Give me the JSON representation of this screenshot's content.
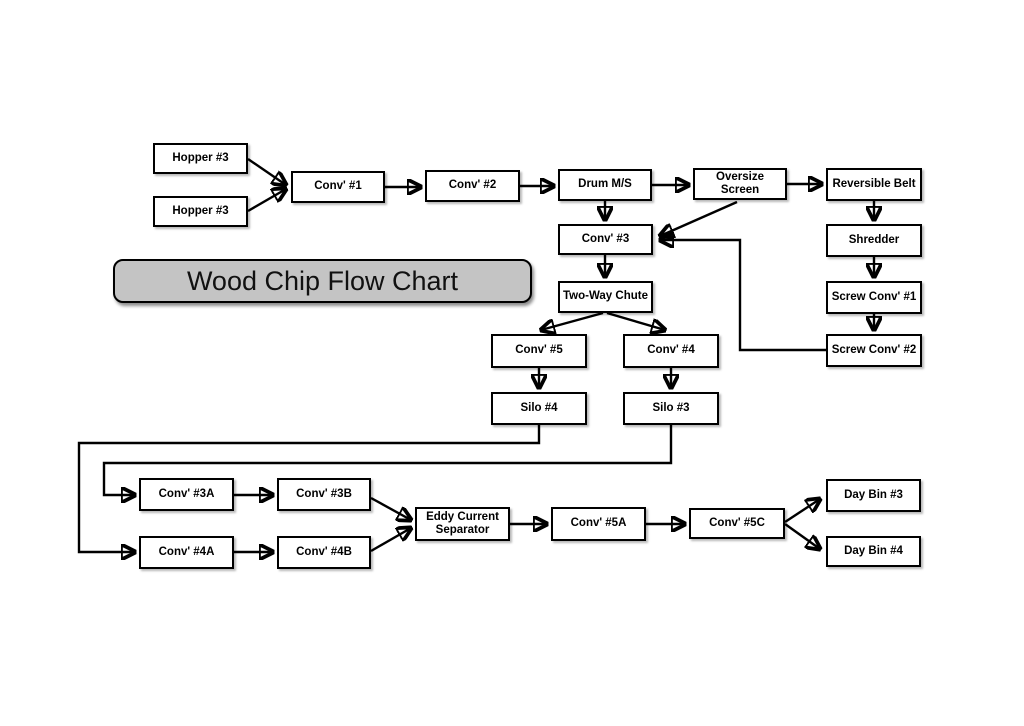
{
  "title": {
    "label": "Wood Chip Flow Chart",
    "fill_color": "#c4c4c4",
    "border_color": "#000000"
  },
  "diagram": {
    "nodes": {
      "hopper3_top": {
        "label": "Hopper #3"
      },
      "hopper3_bottom": {
        "label": "Hopper #3"
      },
      "conv1": {
        "label": "Conv' #1"
      },
      "conv2": {
        "label": "Conv' #2"
      },
      "drum_ms": {
        "label": "Drum M/S"
      },
      "oversize_screen": {
        "label": "Oversize Screen"
      },
      "reversible_belt": {
        "label": "Reversible Belt"
      },
      "conv3": {
        "label": "Conv' #3"
      },
      "shredder": {
        "label": "Shredder"
      },
      "two_way_chute": {
        "label": "Two-Way Chute"
      },
      "screw_conv1": {
        "label": "Screw Conv' #1"
      },
      "conv5": {
        "label": "Conv' #5"
      },
      "conv4": {
        "label": "Conv' #4"
      },
      "screw_conv2": {
        "label": "Screw Conv' #2"
      },
      "silo4": {
        "label": "Silo #4"
      },
      "silo3": {
        "label": "Silo #3"
      },
      "conv3a": {
        "label": "Conv' #3A"
      },
      "conv3b": {
        "label": "Conv' #3B"
      },
      "conv4a": {
        "label": "Conv' #4A"
      },
      "conv4b": {
        "label": "Conv' #4B"
      },
      "eddy_current_separator": {
        "label": "Eddy Current Separator"
      },
      "conv5a": {
        "label": "Conv' #5A"
      },
      "conv5c": {
        "label": "Conv' #5C"
      },
      "day_bin3": {
        "label": "Day Bin #3"
      },
      "day_bin4": {
        "label": "Day Bin #4"
      }
    },
    "edges": [
      {
        "from": "hopper3_top",
        "to": "conv1"
      },
      {
        "from": "hopper3_bottom",
        "to": "conv1"
      },
      {
        "from": "conv1",
        "to": "conv2"
      },
      {
        "from": "conv2",
        "to": "drum_ms"
      },
      {
        "from": "drum_ms",
        "to": "oversize_screen"
      },
      {
        "from": "oversize_screen",
        "to": "reversible_belt"
      },
      {
        "from": "drum_ms",
        "to": "conv3"
      },
      {
        "from": "oversize_screen",
        "to": "conv3"
      },
      {
        "from": "screw_conv2",
        "to": "conv3"
      },
      {
        "from": "reversible_belt",
        "to": "shredder"
      },
      {
        "from": "shredder",
        "to": "screw_conv1"
      },
      {
        "from": "screw_conv1",
        "to": "screw_conv2"
      },
      {
        "from": "conv3",
        "to": "two_way_chute"
      },
      {
        "from": "two_way_chute",
        "to": "conv5"
      },
      {
        "from": "two_way_chute",
        "to": "conv4"
      },
      {
        "from": "conv5",
        "to": "silo4"
      },
      {
        "from": "conv4",
        "to": "silo3"
      },
      {
        "from": "silo4",
        "to": "conv4a"
      },
      {
        "from": "silo3",
        "to": "conv3a"
      },
      {
        "from": "conv3a",
        "to": "conv3b"
      },
      {
        "from": "conv4a",
        "to": "conv4b"
      },
      {
        "from": "conv3b",
        "to": "eddy_current_separator"
      },
      {
        "from": "conv4b",
        "to": "eddy_current_separator"
      },
      {
        "from": "eddy_current_separator",
        "to": "conv5a"
      },
      {
        "from": "conv5a",
        "to": "conv5c"
      },
      {
        "from": "conv5c",
        "to": "day_bin3"
      },
      {
        "from": "conv5c",
        "to": "day_bin4"
      }
    ]
  }
}
